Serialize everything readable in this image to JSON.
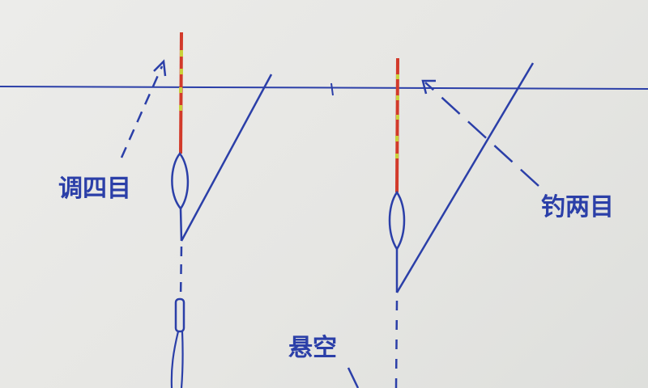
{
  "labels": {
    "left": "调四目",
    "right": "钓两目",
    "bottom": "悬空"
  },
  "colors": {
    "ink": "#2b3fa8",
    "float_red": "#d23a2a",
    "float_yellow": "#c9d23a",
    "paper": "#e9e9e6"
  }
}
